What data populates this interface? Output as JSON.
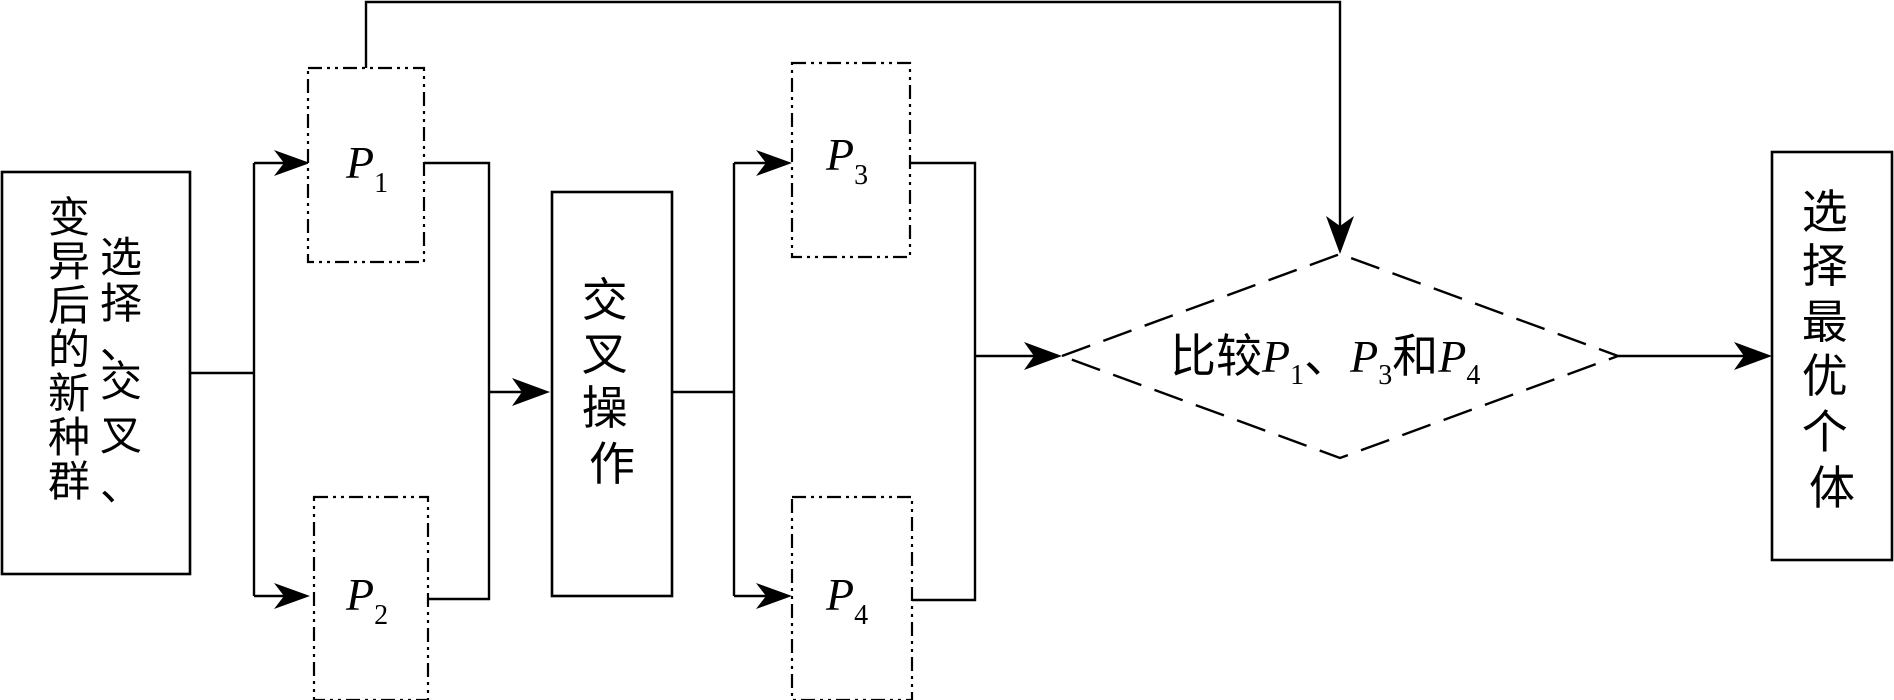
{
  "nodes": {
    "input": {
      "lines": [
        "选择",
        "、交叉、",
        "变异后的新种群"
      ]
    },
    "p1": {
      "main": "P",
      "sub": "1"
    },
    "p2": {
      "main": "P",
      "sub": "2"
    },
    "crossover": {
      "chars": [
        "交",
        "叉",
        "操",
        "作"
      ]
    },
    "p3": {
      "main": "P",
      "sub": "3"
    },
    "p4": {
      "main": "P",
      "sub": "4"
    },
    "compare": {
      "prefix": "比较",
      "a_main": "P",
      "a_sub": "1",
      "sep": "、",
      "b_main": "P",
      "b_sub": "3",
      "and": "和",
      "c_main": "P",
      "c_sub": "4"
    },
    "output": {
      "chars": [
        "选",
        "择",
        "最",
        "优",
        "个",
        "体"
      ]
    }
  }
}
